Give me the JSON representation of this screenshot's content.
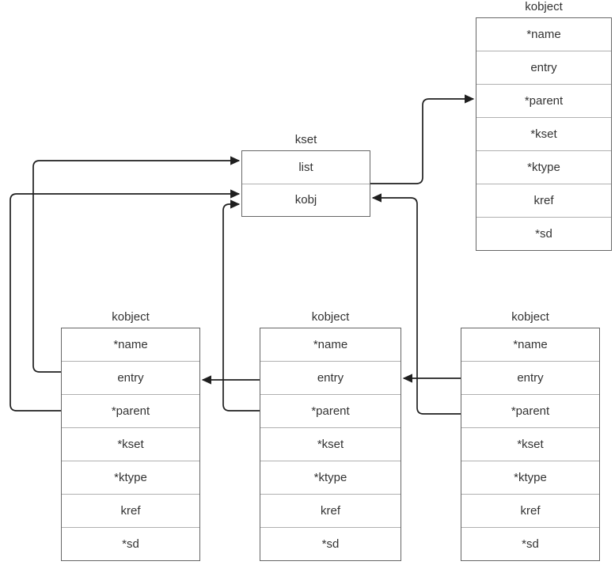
{
  "diagram": {
    "colors": {
      "background": "#ffffff",
      "connector": "#1f1f1f",
      "box_border": "#666666",
      "row_divider": "#b0b0b0",
      "text": "#333333"
    },
    "nodes": [
      {
        "id": "kset",
        "title": "kset",
        "rows": [
          "list",
          "kobj"
        ]
      },
      {
        "id": "kobject-top-right",
        "title": "kobject",
        "rows": [
          "*name",
          "entry",
          "*parent",
          "*kset",
          "*ktype",
          "kref",
          "*sd"
        ]
      },
      {
        "id": "kobject-bottom-left",
        "title": "kobject",
        "rows": [
          "*name",
          "entry",
          "*parent",
          "*kset",
          "*ktype",
          "kref",
          "*sd"
        ]
      },
      {
        "id": "kobject-bottom-middle",
        "title": "kobject",
        "rows": [
          "*name",
          "entry",
          "*parent",
          "*kset",
          "*ktype",
          "kref",
          "*sd"
        ]
      },
      {
        "id": "kobject-bottom-right",
        "title": "kobject",
        "rows": [
          "*name",
          "entry",
          "*parent",
          "*kset",
          "*ktype",
          "kref",
          "*sd"
        ]
      }
    ],
    "edges": [
      {
        "from": "kobject-bottom-left.entry",
        "to": "kset.list"
      },
      {
        "from": "kobject-bottom-left.*parent",
        "to": "kset.kobj"
      },
      {
        "from": "kobject-bottom-middle.*parent",
        "to": "kset.kobj"
      },
      {
        "from": "kobject-bottom-middle.entry",
        "to": "kobject-bottom-left.entry"
      },
      {
        "from": "kobject-bottom-right.entry",
        "to": "kobject-bottom-middle.entry"
      },
      {
        "from": "kobject-bottom-right.*parent",
        "to": "kset.kobj"
      },
      {
        "from": "kset.kobj",
        "to": "kobject-top-right.*parent"
      }
    ]
  }
}
